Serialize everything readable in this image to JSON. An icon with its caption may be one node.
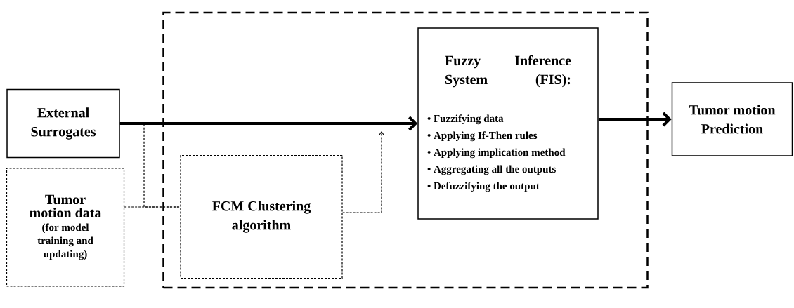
{
  "diagram": {
    "nodes": [
      {
        "text": [],
        "shape": "box"
      },
      {
        "text": [
          "External Surrogates"
        ]
      },
      {
        "text": [
          "Tumor motion data",
          "(for model training and updating)"
        ]
      },
      {
        "text": [
          "FCM Clustering algorithm"
        ],
        "in": 0
      },
      {
        "text": [
          "Fuzzy Inference System (FIS):",
          "• Fuzzifying data",
          "• Applying If-Then rules",
          "• Applying implication method",
          "• Aggregating all the outputs",
          "• Defuzzifying the output"
        ],
        "in": 0
      },
      {
        "text": [
          "Tumor motion Prediction"
        ]
      }
    ],
    "edges": [
      {
        "from": 1,
        "to": 4,
        "arrow": "to",
        "style": "thick"
      },
      {
        "from": 1,
        "to": 3,
        "arrow": "none",
        "style": "dashed"
      },
      {
        "from": 2,
        "to": 3,
        "arrow": "none",
        "style": "dashed"
      },
      {
        "from": 3,
        "to": null,
        "arrow": "to",
        "style": "dashed"
      },
      {
        "from": 4,
        "to": 5,
        "arrow": "to",
        "style": "thick"
      }
    ]
  }
}
